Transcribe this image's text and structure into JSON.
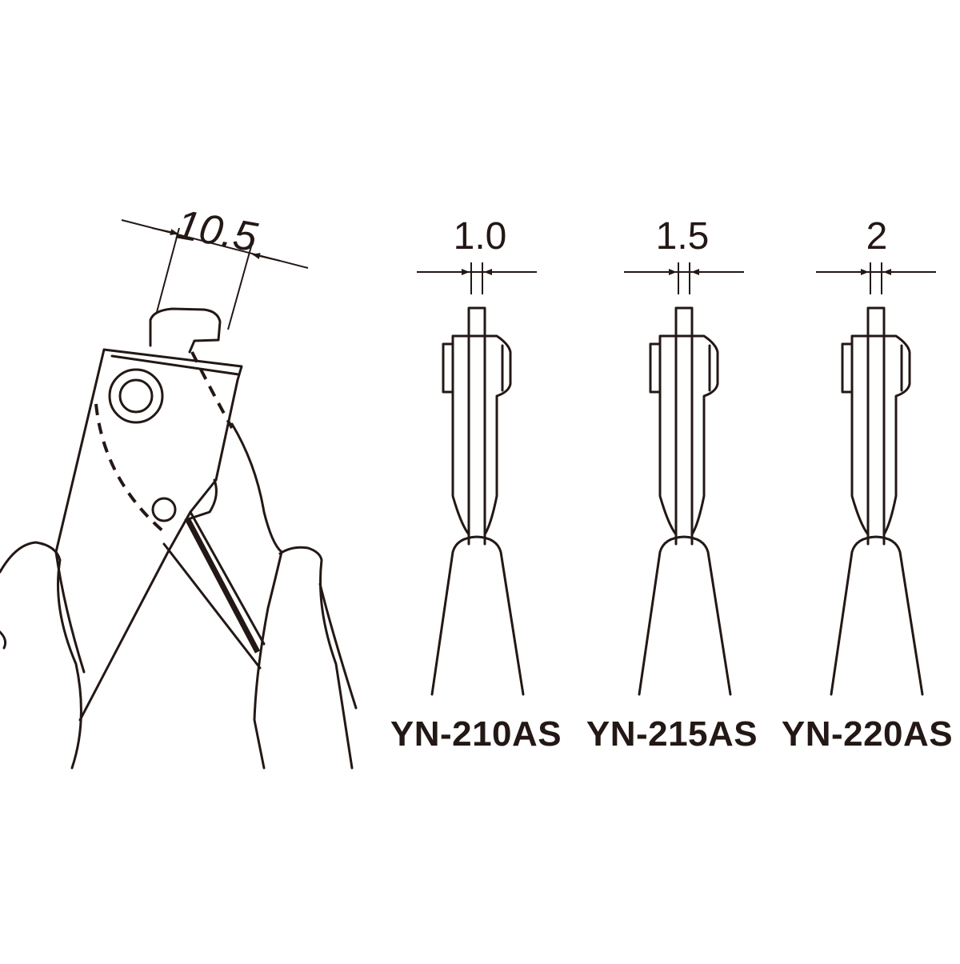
{
  "main_view": {
    "width_dimension": "10.5"
  },
  "variants": [
    {
      "tip_dimension": "1.0",
      "model": "YN-210AS"
    },
    {
      "tip_dimension": "1.5",
      "model": "YN-215AS"
    },
    {
      "tip_dimension": "2",
      "model": "YN-220AS"
    }
  ],
  "colors": {
    "line": "#231815",
    "background": "#ffffff"
  }
}
